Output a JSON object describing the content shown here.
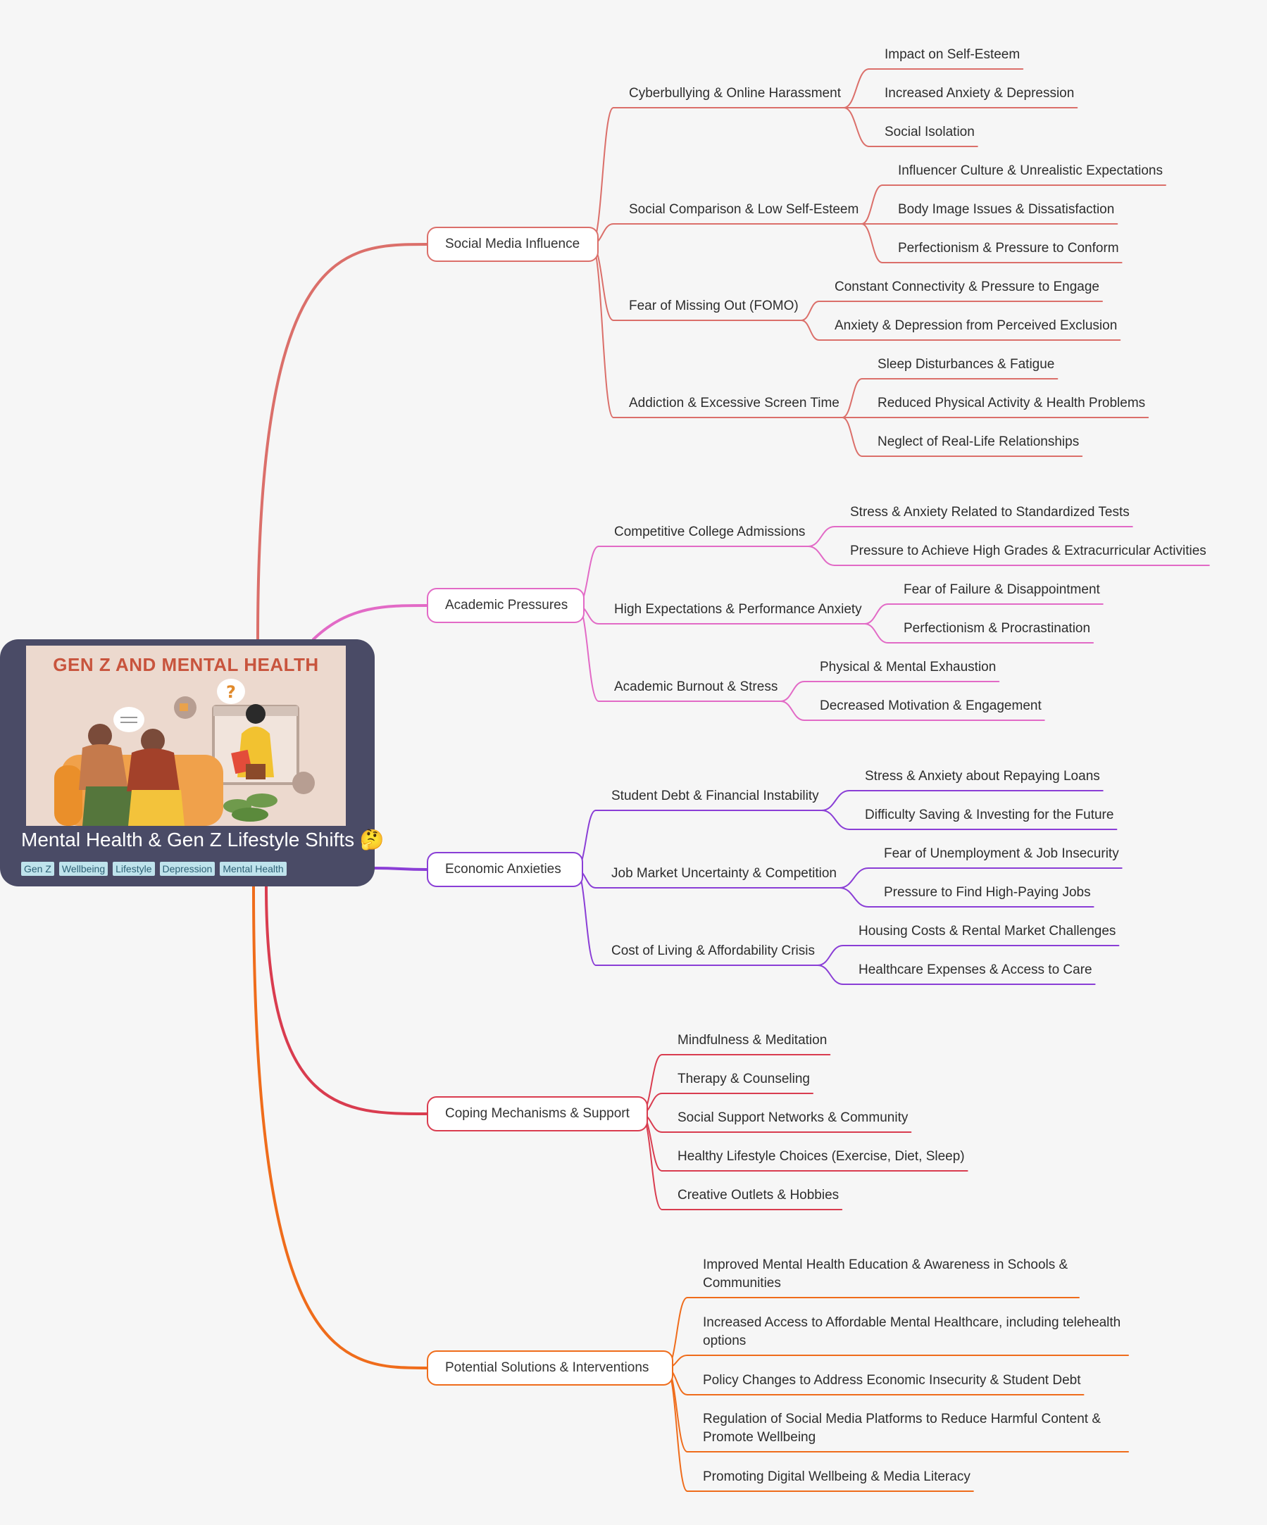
{
  "root": {
    "title": "Mental Health & Gen Z Lifestyle Shifts 🤔",
    "image_title": "GEN Z AND MENTAL HEALTH",
    "tags": [
      "Gen Z",
      "Wellbeing",
      "Lifestyle",
      "Depression",
      "Mental Health"
    ]
  },
  "colors": {
    "social": "#db6f6a",
    "academic": "#e26ac6",
    "economic": "#8a3ed6",
    "coping": "#d93c4f",
    "solutions": "#ef6c1b"
  },
  "branches": [
    {
      "id": "social",
      "label": "Social Media Influence",
      "color": "#db6f6a",
      "children": [
        {
          "label": "Cyberbullying & Online Harassment",
          "children": [
            "Impact on Self-Esteem",
            "Increased Anxiety & Depression",
            "Social Isolation"
          ]
        },
        {
          "label": "Social Comparison & Low Self-Esteem",
          "children": [
            "Influencer Culture & Unrealistic Expectations",
            "Body Image Issues & Dissatisfaction",
            "Perfectionism & Pressure to Conform"
          ]
        },
        {
          "label": "Fear of Missing Out (FOMO)",
          "children": [
            "Constant Connectivity & Pressure to Engage",
            "Anxiety & Depression from Perceived Exclusion"
          ]
        },
        {
          "label": "Addiction & Excessive Screen Time",
          "children": [
            "Sleep Disturbances & Fatigue",
            "Reduced Physical Activity & Health Problems",
            "Neglect of Real-Life Relationships"
          ]
        }
      ]
    },
    {
      "id": "academic",
      "label": "Academic Pressures",
      "color": "#e26ac6",
      "children": [
        {
          "label": "Competitive College Admissions",
          "children": [
            "Stress & Anxiety Related to Standardized Tests",
            "Pressure to Achieve High Grades & Extracurricular Activities"
          ]
        },
        {
          "label": "High Expectations & Performance Anxiety",
          "children": [
            "Fear of Failure & Disappointment",
            "Perfectionism & Procrastination"
          ]
        },
        {
          "label": "Academic Burnout & Stress",
          "children": [
            "Physical & Mental Exhaustion",
            "Decreased Motivation & Engagement"
          ]
        }
      ]
    },
    {
      "id": "economic",
      "label": "Economic Anxieties",
      "color": "#8a3ed6",
      "children": [
        {
          "label": "Student Debt & Financial Instability",
          "children": [
            "Stress & Anxiety about Repaying Loans",
            "Difficulty Saving & Investing for the Future"
          ]
        },
        {
          "label": "Job Market Uncertainty & Competition",
          "children": [
            "Fear of Unemployment & Job Insecurity",
            "Pressure to Find High-Paying Jobs"
          ]
        },
        {
          "label": "Cost of Living & Affordability Crisis",
          "children": [
            "Housing Costs & Rental Market Challenges",
            "Healthcare Expenses & Access to Care"
          ]
        }
      ]
    },
    {
      "id": "coping",
      "label": "Coping Mechanisms & Support",
      "color": "#d93c4f",
      "children": [
        {
          "label": "Mindfulness & Meditation"
        },
        {
          "label": "Therapy & Counseling"
        },
        {
          "label": "Social Support Networks & Community"
        },
        {
          "label": "Healthy Lifestyle Choices (Exercise, Diet, Sleep)"
        },
        {
          "label": "Creative Outlets & Hobbies"
        }
      ]
    },
    {
      "id": "solutions",
      "label": "Potential Solutions & Interventions",
      "color": "#ef6c1b",
      "children": [
        {
          "label": "Improved Mental Health Education & Awareness in Schools & Communities"
        },
        {
          "label": "Increased Access to Affordable Mental Healthcare, including telehealth options"
        },
        {
          "label": "Policy Changes to Address Economic Insecurity & Student Debt"
        },
        {
          "label": "Regulation of Social Media Platforms to Reduce Harmful Content & Promote Wellbeing"
        },
        {
          "label": "Promoting Digital Wellbeing & Media Literacy"
        }
      ]
    }
  ]
}
